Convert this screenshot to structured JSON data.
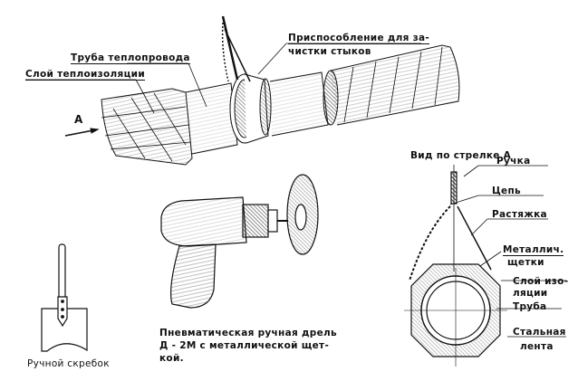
{
  "figure": {
    "main_view": {
      "labels": {
        "pipe": "Труба теплопровода",
        "insulation": "Слой теплоизоляции",
        "device_line1": "Приспособление для за-",
        "device_line2": "чистки стыков",
        "arrow": "А"
      }
    },
    "section_view": {
      "title": "Вид по стрелке А",
      "labels": {
        "handle": "Ручка",
        "chain": "Цепь",
        "brace": "Растяжка",
        "brushes_line1": "Металлич.",
        "brushes_line2": "щетки",
        "insulation_line1": "Слой изо-",
        "insulation_line2": "ляции",
        "pipe": "Труба",
        "tape_line1": "Стальная",
        "tape_line2": "лента"
      }
    },
    "drill": {
      "caption_line1": "Пневматическая ручная дрель",
      "caption_line2": "Д - 2М с металлической щет-",
      "caption_line3": "кой."
    },
    "scraper": {
      "caption": "Ручной скребок"
    },
    "colors": {
      "ink": "#111111",
      "paper": "#ffffff"
    }
  }
}
